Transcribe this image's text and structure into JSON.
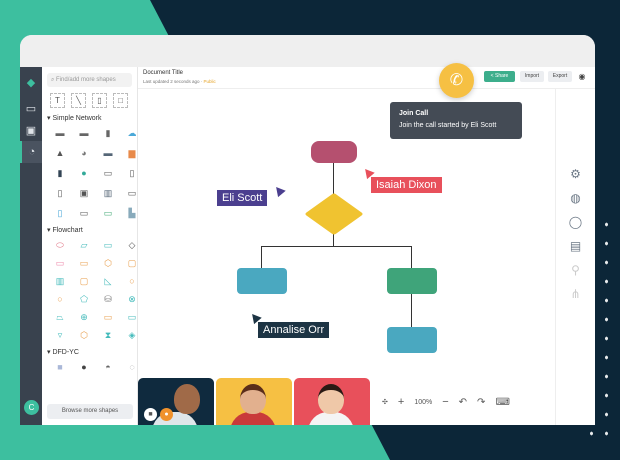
{
  "document": {
    "title": "Document Title",
    "updated": "Last updated 2 seconds ago",
    "visibility": "Public"
  },
  "header": {
    "share": "Share",
    "import": "Import",
    "export": "Export"
  },
  "sidebar": {
    "search_placeholder": "Find/add more shapes",
    "sections": [
      "Simple Network",
      "Flowchart",
      "DFD-YC"
    ],
    "browse": "Browse more shapes",
    "user_initial": "C"
  },
  "tooltip": {
    "title": "Join Call",
    "body": "Join the call started by Eli Scott"
  },
  "collaborators": [
    {
      "name": "Eli Scott",
      "color": "#4b3f8f"
    },
    {
      "name": "Isaiah Dixon",
      "color": "#e8505b"
    },
    {
      "name": "Annalise Orr",
      "color": "#1d3444"
    }
  ],
  "toolbar": {
    "zoom": "100%"
  },
  "colors": {
    "teal": "#3dbf9f",
    "navy": "#0c2638",
    "call": "#f6c043"
  }
}
